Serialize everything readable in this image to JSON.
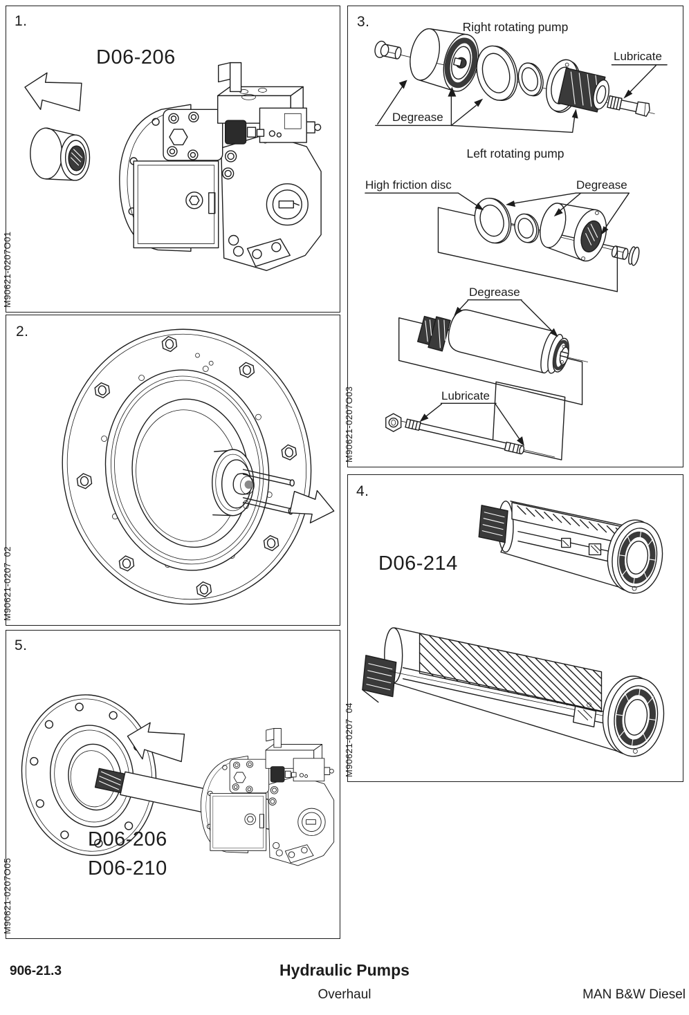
{
  "document": {
    "footer": {
      "section_code": "906-21.3",
      "title": "Hydraulic Pumps",
      "subtitle": "Overhaul",
      "brand": "MAN B&W Diesel"
    },
    "panels": {
      "p1": {
        "number": "1.",
        "part_code": "D06-206",
        "figure_code": "M90621-0207O01"
      },
      "p2": {
        "number": "2.",
        "figure_code": "M90621-0207  02"
      },
      "p3": {
        "number": "3.",
        "right_heading": "Right rotating pump",
        "left_heading": "Left rotating pump",
        "lubricate_top": "Lubricate",
        "degrease_top": "Degrease",
        "high_friction_disc": "High friction disc",
        "degrease_left": "Degrease",
        "degrease_middle": "Degrease",
        "lubricate_bottom": "Lubricate",
        "figure_code": "M90621-0207O03"
      },
      "p4": {
        "number": "4.",
        "part_code": "D06-214",
        "figure_code": "M90621-0207  04"
      },
      "p5": {
        "number": "5.",
        "part_code_top": "D06-206",
        "part_code_bottom": "D06-210",
        "figure_code": "M90621-0207O05"
      }
    },
    "colors": {
      "line": "#1c1c1c",
      "dark_fill": "#3a3a3a",
      "paper": "#ffffff"
    }
  }
}
